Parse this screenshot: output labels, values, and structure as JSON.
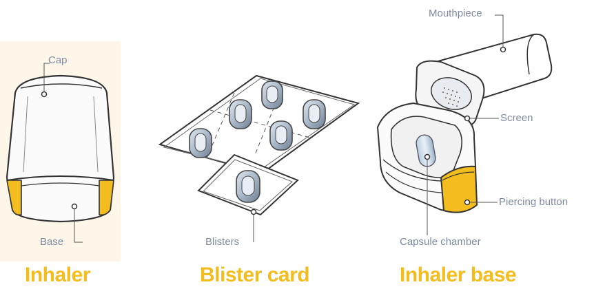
{
  "panels": {
    "inhaler": {
      "title": "Inhaler",
      "labels": {
        "cap": "Cap",
        "base": "Base"
      }
    },
    "blister_card": {
      "title": "Blister card",
      "labels": {
        "blisters": "Blisters"
      }
    },
    "inhaler_base": {
      "title": "Inhaler base",
      "labels": {
        "mouthpiece": "Mouthpiece",
        "screen": "Screen",
        "piercing_button": "Piercing button",
        "capsule_chamber": "Capsule chamber"
      }
    }
  },
  "colors": {
    "accent_yellow": "#f3bd1f",
    "label_gray": "#7d8aa0",
    "outline": "#333333",
    "cream": "#fdf6e9",
    "blister_blue": "#a9b8c8"
  }
}
